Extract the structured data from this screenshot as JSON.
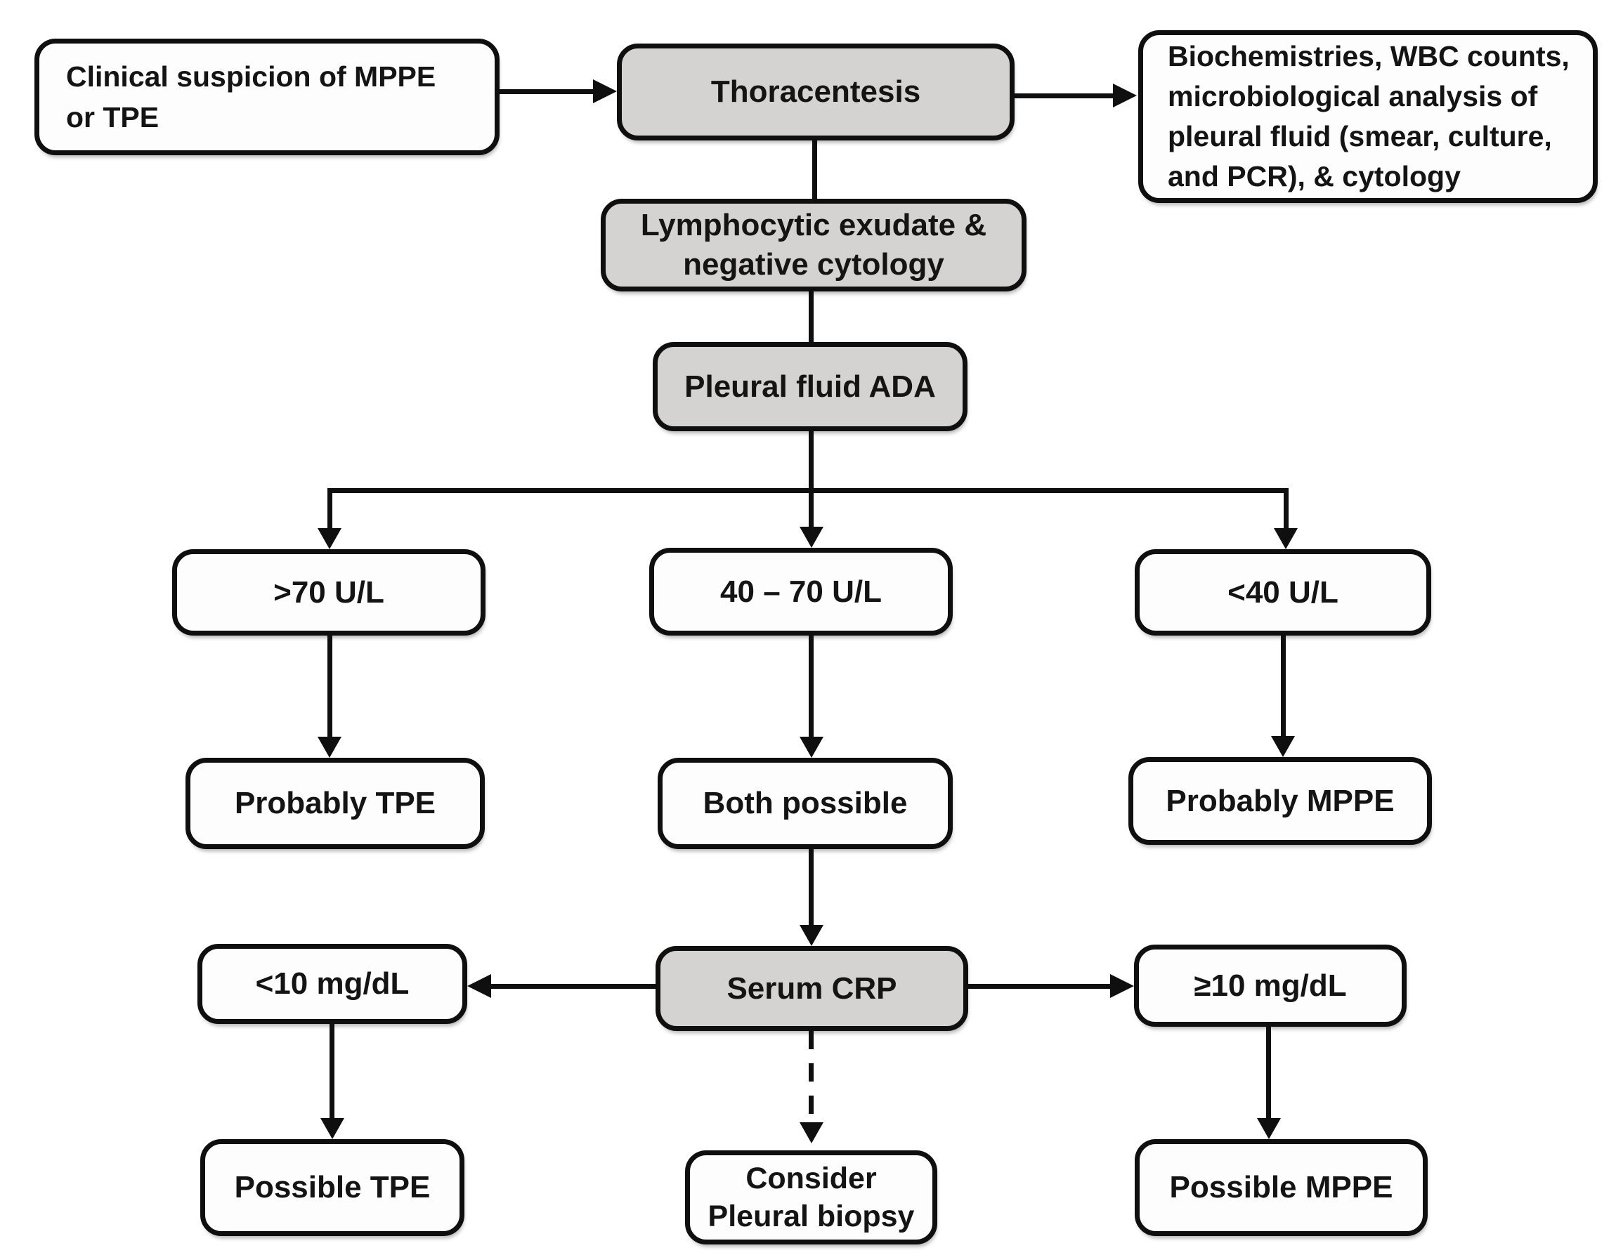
{
  "theme": {
    "box_gray": "#d5d3d1",
    "box_white": "#fdfdfd",
    "line_color": "#0f0f0f",
    "text_color": "#141414",
    "page_bg": "#ffffff"
  },
  "nodes": {
    "clinical": {
      "label": "Clinical suspicion of MPPE\nor TPE",
      "fill": "white"
    },
    "thoracentesis": {
      "label": "Thoracentesis",
      "fill": "gray"
    },
    "labs": {
      "label": "Biochemistries, WBC counts,\nmicrobiological analysis of\npleural fluid (smear, culture,\nand PCR), & cytology",
      "fill": "white"
    },
    "lymphocytic": {
      "label": "Lymphocytic exudate &\nnegative cytology",
      "fill": "gray"
    },
    "ada": {
      "label": "Pleural fluid ADA",
      "fill": "gray"
    },
    "ada_high": {
      "label": ">70 U/L",
      "fill": "white"
    },
    "ada_mid": {
      "label": "40 – 70 U/L",
      "fill": "white"
    },
    "ada_low": {
      "label": "<40 U/L",
      "fill": "white"
    },
    "probably_tpe": {
      "label": "Probably TPE",
      "fill": "white"
    },
    "both_possible": {
      "label": "Both possible",
      "fill": "white"
    },
    "probably_mppe": {
      "label": "Probably MPPE",
      "fill": "white"
    },
    "crp_low": {
      "label": "<10 mg/dL",
      "fill": "white"
    },
    "serum_crp": {
      "label": "Serum CRP",
      "fill": "gray"
    },
    "crp_high": {
      "label": "≥10 mg/dL",
      "fill": "white"
    },
    "possible_tpe": {
      "label": "Possible TPE",
      "fill": "white"
    },
    "consider": {
      "label": "Consider\nPleural biopsy",
      "fill": "white"
    },
    "possible_mppe": {
      "label": "Possible MPPE",
      "fill": "white"
    }
  },
  "edges": [
    {
      "from": "clinical",
      "to": "thoracentesis",
      "style": "solid-arrow"
    },
    {
      "from": "thoracentesis",
      "to": "labs",
      "style": "solid-arrow"
    },
    {
      "from": "thoracentesis",
      "to": "lymphocytic",
      "style": "solid-line"
    },
    {
      "from": "lymphocytic",
      "to": "ada",
      "style": "solid-line"
    },
    {
      "from": "ada",
      "to": "ada_high",
      "style": "solid-arrow"
    },
    {
      "from": "ada",
      "to": "ada_mid",
      "style": "solid-arrow"
    },
    {
      "from": "ada",
      "to": "ada_low",
      "style": "solid-arrow"
    },
    {
      "from": "ada_high",
      "to": "probably_tpe",
      "style": "solid-arrow"
    },
    {
      "from": "ada_mid",
      "to": "both_possible",
      "style": "solid-arrow"
    },
    {
      "from": "ada_low",
      "to": "probably_mppe",
      "style": "solid-arrow"
    },
    {
      "from": "both_possible",
      "to": "serum_crp",
      "style": "solid-arrow"
    },
    {
      "from": "serum_crp",
      "to": "crp_low",
      "style": "solid-arrow"
    },
    {
      "from": "serum_crp",
      "to": "crp_high",
      "style": "solid-arrow"
    },
    {
      "from": "serum_crp",
      "to": "consider",
      "style": "dashed-arrow"
    },
    {
      "from": "crp_low",
      "to": "possible_tpe",
      "style": "solid-arrow"
    },
    {
      "from": "crp_high",
      "to": "possible_mppe",
      "style": "solid-arrow"
    }
  ]
}
